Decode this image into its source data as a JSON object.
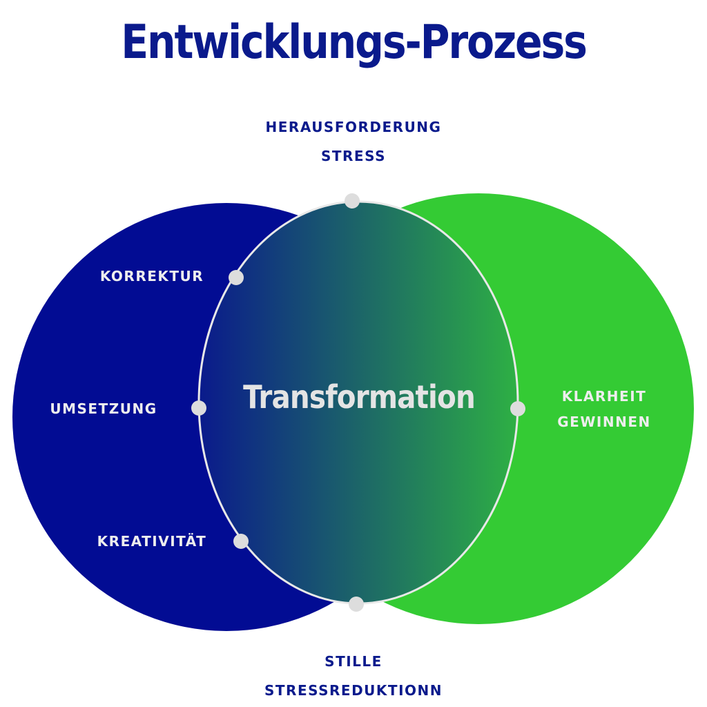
{
  "title": "Entwicklungs-Prozess",
  "center_label": "Transformation",
  "labels": {
    "top": [
      "HERAUSFORDERUNG",
      "STRESS"
    ],
    "bottom": [
      "STILLE",
      "STRESSREDUKTIONN"
    ],
    "left_top": "KORREKTUR",
    "left_middle": "UMSETZUNG",
    "left_bottom": "KREATIVITÄT",
    "right": [
      "KLARHEIT",
      "GEWINNEN"
    ]
  },
  "colors": {
    "title": "#0a1a8c",
    "left_circle": "#020c93",
    "right_circle": "#34cb34",
    "lens_gradient_start": "#0a1a8c",
    "lens_gradient_end": "#2eb044",
    "lens_outline": "#e8e8e8",
    "node": "#dddddd",
    "label_light": "#eeeeee"
  }
}
